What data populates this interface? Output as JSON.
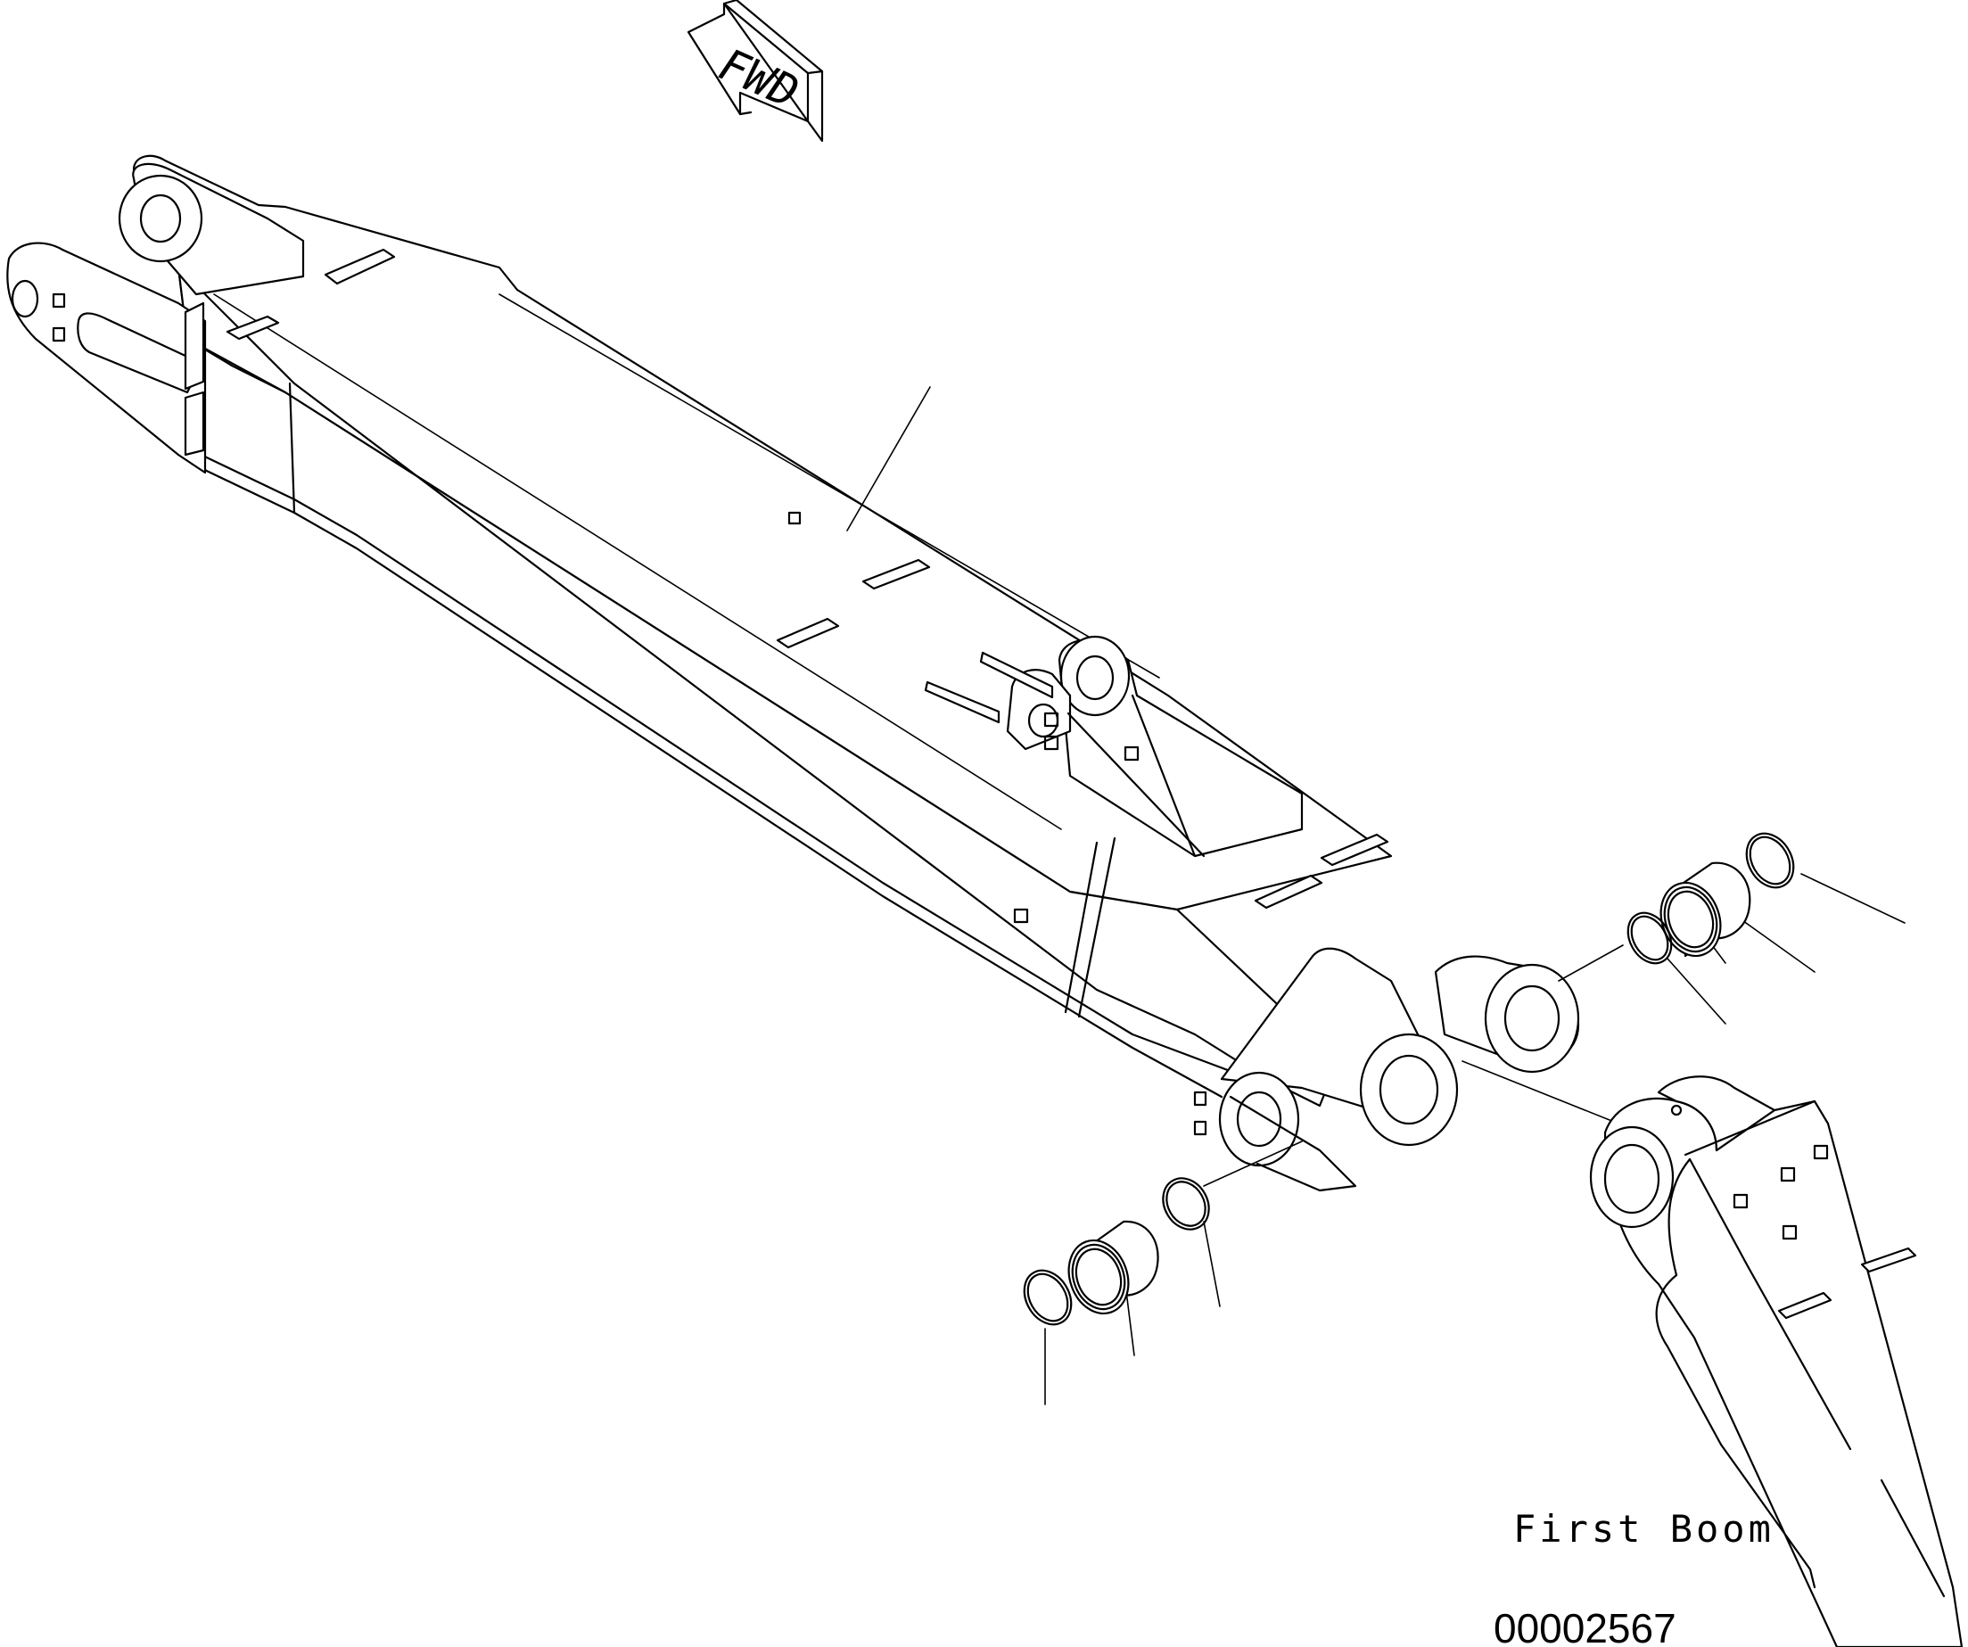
{
  "diagram": {
    "arrow_label": "FWD",
    "caption": "First Boom",
    "drawing_number": "00002567"
  },
  "icons": {
    "direction_arrow": "forward-arrow-icon",
    "arm": "arm-assembly-icon",
    "boom": "first-boom-icon",
    "bushing": "bushing-icon",
    "seal_ring": "seal-ring-icon"
  },
  "colors": {
    "line": "#000000",
    "background": "#ffffff"
  }
}
